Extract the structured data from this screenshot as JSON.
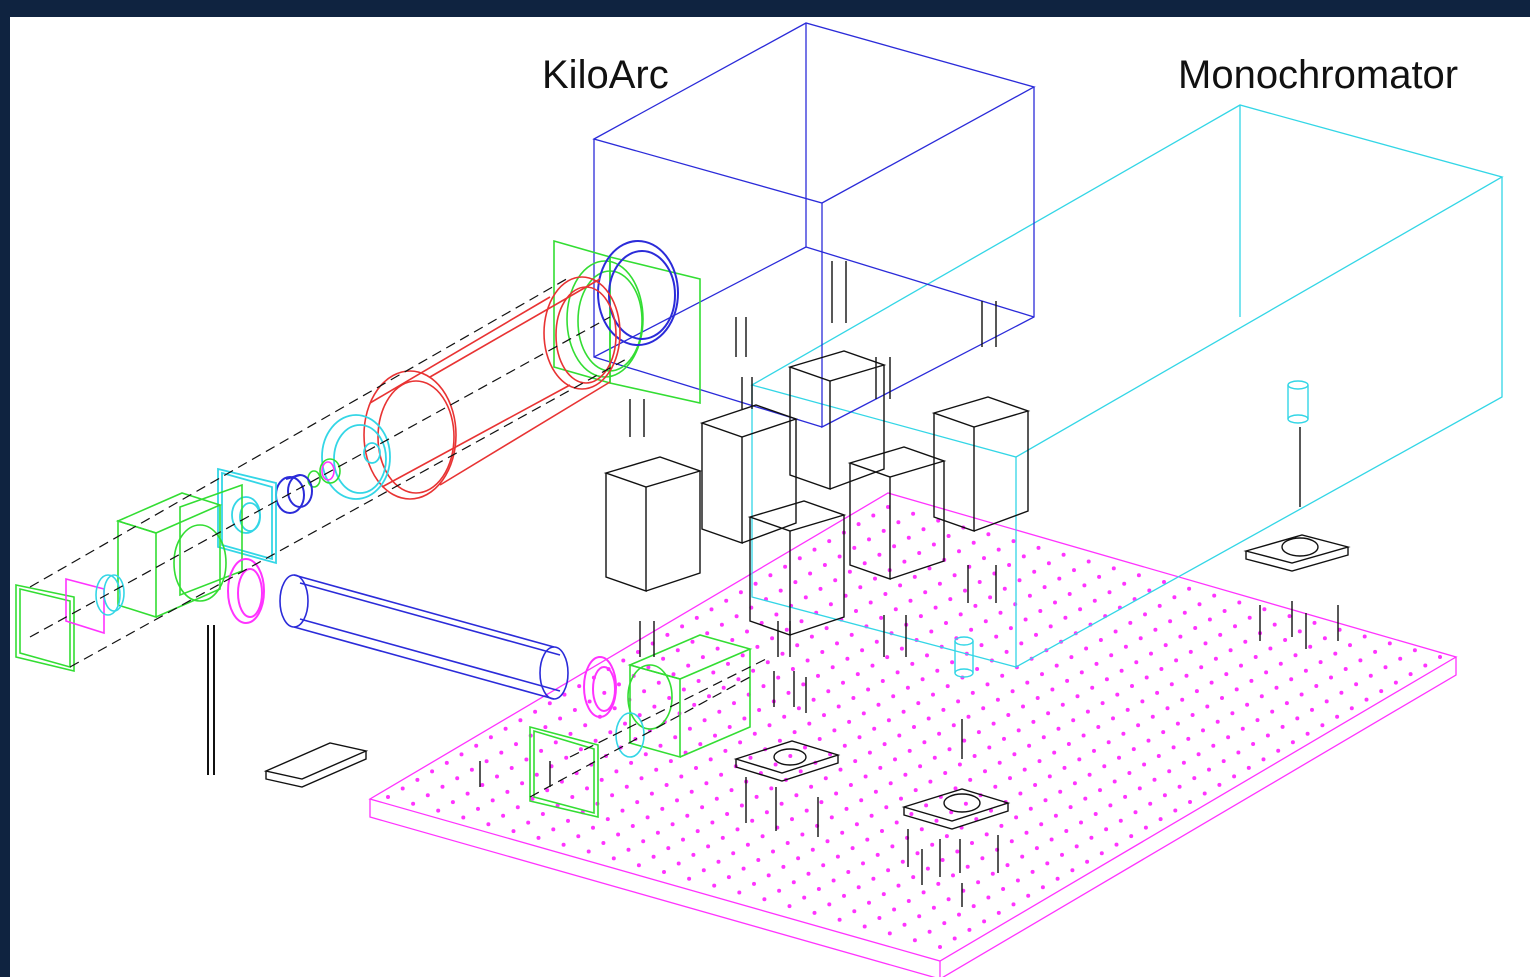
{
  "labels": {
    "kiloarc": "KiloArc",
    "monochromator": "Monochromator"
  },
  "colors": {
    "background_frame": "#0f2340",
    "canvas": "#ffffff",
    "kiloarc_box": "#2b2bd9",
    "monochromator_box": "#33d6e6",
    "table": "#ff33ff",
    "tube_red": "#e83333",
    "tube_blue": "#2b2bd9",
    "mount_green": "#33dd33",
    "hardware": "#111111"
  },
  "icons": [
    "kiloarc-box",
    "monochromator-box",
    "optical-table",
    "red-tube",
    "blue-tube",
    "green-mount",
    "post-holder"
  ]
}
